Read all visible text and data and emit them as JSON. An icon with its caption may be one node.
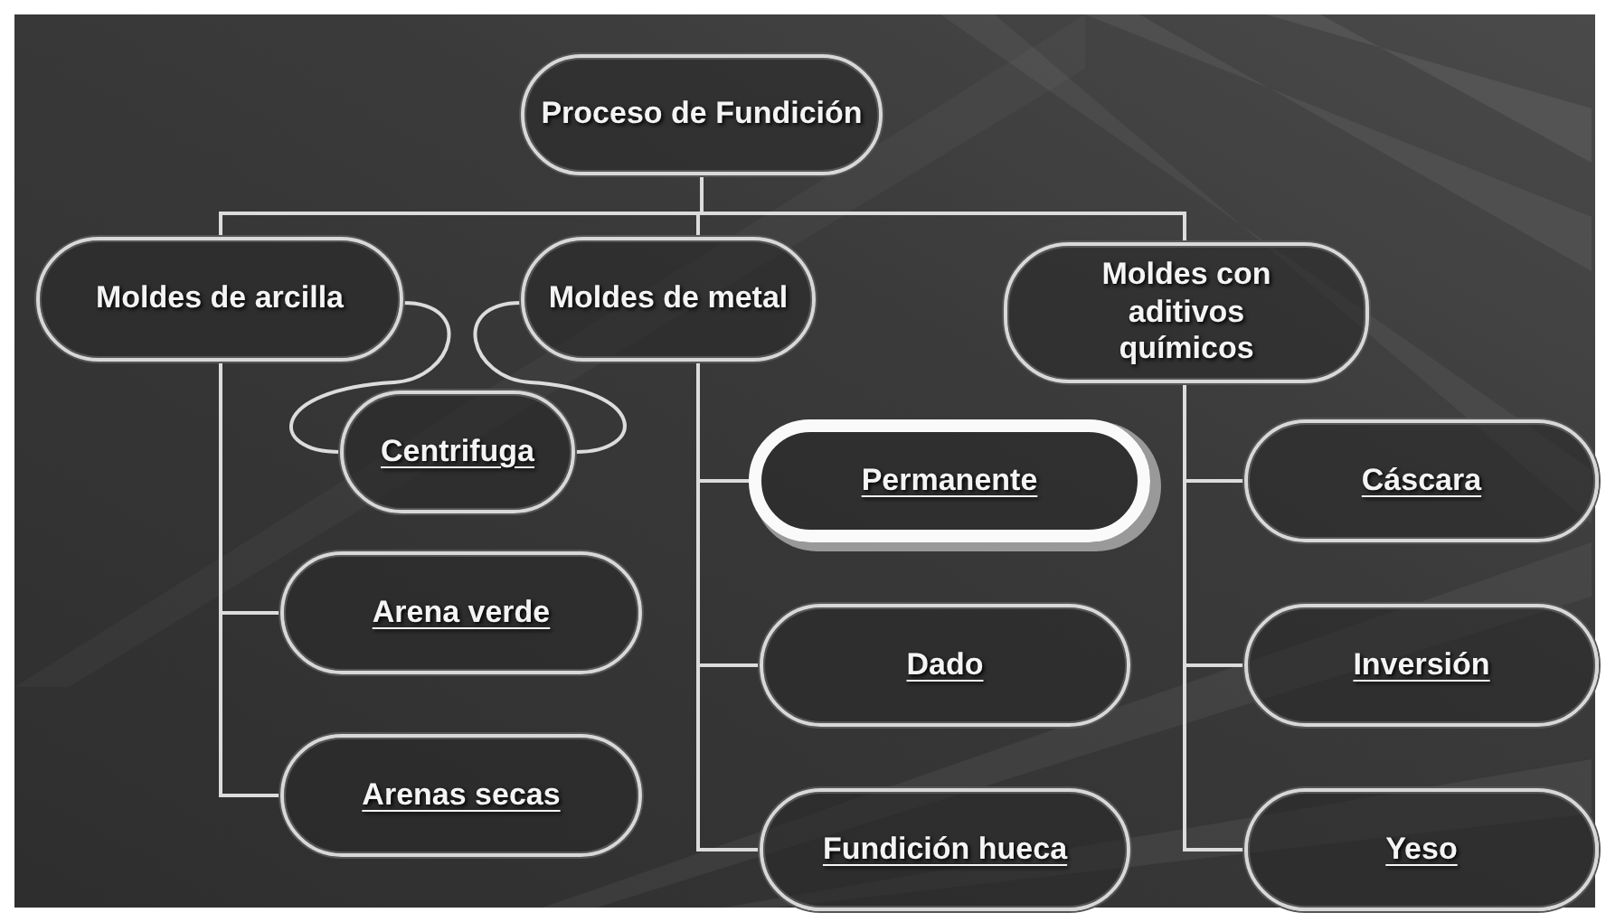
{
  "diagram": {
    "nodes": [
      {
        "text": [
          "Proceso de Fundición"
        ]
      },
      {
        "text": [
          "Moldes de arcilla"
        ]
      },
      {
        "text": [
          "Moldes de metal"
        ]
      },
      {
        "text": [
          "Moldes con aditivos químicos"
        ]
      },
      {
        "text": [
          "Centrifuga"
        ]
      },
      {
        "text": [
          "Permanente"
        ]
      },
      {
        "text": [
          "Cáscara"
        ]
      },
      {
        "text": [
          "Arena verde"
        ]
      },
      {
        "text": [
          "Dado"
        ]
      },
      {
        "text": [
          "Inversión"
        ]
      },
      {
        "text": [
          "Arenas secas"
        ]
      },
      {
        "text": [
          "Fundición hueca"
        ]
      },
      {
        "text": [
          "Yeso"
        ]
      }
    ],
    "edges": [
      {
        "from": 0,
        "to": 1,
        "arrow": "none"
      },
      {
        "from": 0,
        "to": 2,
        "arrow": "none"
      },
      {
        "from": 0,
        "to": 3,
        "arrow": "none"
      },
      {
        "from": 1,
        "to": 4,
        "arrow": "none"
      },
      {
        "from": 2,
        "to": 4,
        "arrow": "none"
      },
      {
        "from": 1,
        "to": 7,
        "arrow": "none"
      },
      {
        "from": 1,
        "to": 10,
        "arrow": "none"
      },
      {
        "from": 2,
        "to": 5,
        "arrow": "none"
      },
      {
        "from": 2,
        "to": 8,
        "arrow": "none"
      },
      {
        "from": 2,
        "to": 11,
        "arrow": "none"
      },
      {
        "from": 3,
        "to": 6,
        "arrow": "none"
      },
      {
        "from": 3,
        "to": 9,
        "arrow": "none"
      },
      {
        "from": 3,
        "to": 12,
        "arrow": "none"
      }
    ]
  }
}
